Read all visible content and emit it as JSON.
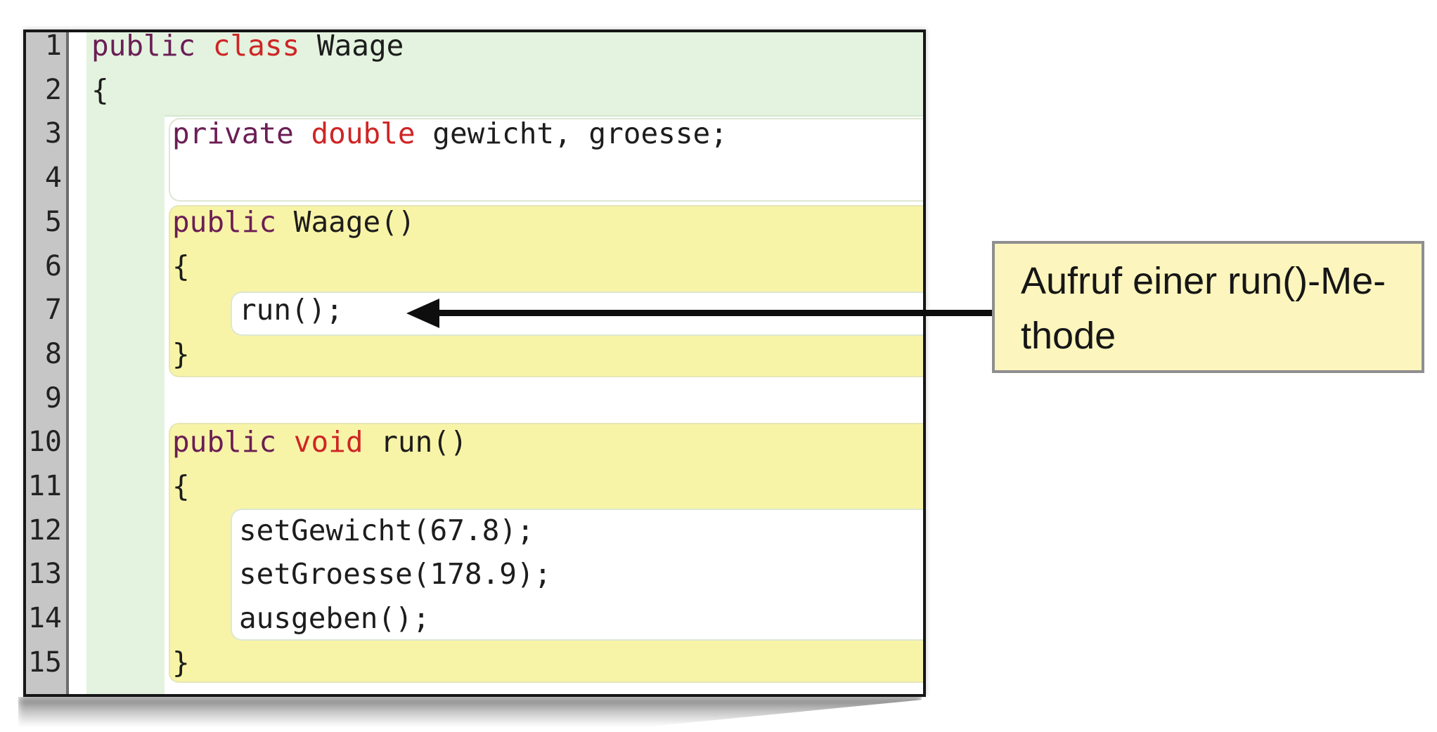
{
  "window": {
    "app": "BlueJ-style Java editor",
    "language": "Java",
    "class_name": "Waage"
  },
  "colors": {
    "scope_class_green": "#e3f3df",
    "scope_method_yellow": "#f8f4a7",
    "scope_statement_white": "#ffffff",
    "keyword_modifier": "#6b1e55",
    "keyword_type": "#cf2525",
    "plain_code": "#1d1d1d",
    "gutter_gray": "#c6c6c6",
    "window_border": "#161616",
    "callout_fill": "#fcf5bd",
    "callout_border": "#8f8f8f",
    "arrow_black": "#0e0e0e"
  },
  "editor": {
    "lines": [
      {
        "num": 1,
        "indent": 0,
        "tokens": [
          {
            "c": "kw1",
            "t": "public"
          },
          {
            "c": "plain",
            "t": " "
          },
          {
            "c": "kw2",
            "t": "class"
          },
          {
            "c": "plain",
            "t": " Waage"
          }
        ]
      },
      {
        "num": 2,
        "indent": 0,
        "tokens": [
          {
            "c": "plain",
            "t": "{"
          }
        ]
      },
      {
        "num": 3,
        "indent": 1,
        "tokens": [
          {
            "c": "kw1",
            "t": "private"
          },
          {
            "c": "plain",
            "t": " "
          },
          {
            "c": "kw2",
            "t": "double"
          },
          {
            "c": "plain",
            "t": " gewicht, groesse;"
          }
        ]
      },
      {
        "num": 4,
        "indent": 1,
        "tokens": []
      },
      {
        "num": 5,
        "indent": 1,
        "tokens": [
          {
            "c": "kw1",
            "t": "public"
          },
          {
            "c": "plain",
            "t": " Waage()"
          }
        ]
      },
      {
        "num": 6,
        "indent": 1,
        "tokens": [
          {
            "c": "plain",
            "t": "{"
          }
        ]
      },
      {
        "num": 7,
        "indent": 2,
        "tokens": [
          {
            "c": "plain",
            "t": "run();"
          }
        ]
      },
      {
        "num": 8,
        "indent": 1,
        "tokens": [
          {
            "c": "plain",
            "t": "}"
          }
        ]
      },
      {
        "num": 9,
        "indent": 1,
        "tokens": []
      },
      {
        "num": 10,
        "indent": 1,
        "tokens": [
          {
            "c": "kw1",
            "t": "public"
          },
          {
            "c": "plain",
            "t": " "
          },
          {
            "c": "kw2",
            "t": "void"
          },
          {
            "c": "plain",
            "t": " run()"
          }
        ]
      },
      {
        "num": 11,
        "indent": 1,
        "tokens": [
          {
            "c": "plain",
            "t": "{"
          }
        ]
      },
      {
        "num": 12,
        "indent": 2,
        "tokens": [
          {
            "c": "plain",
            "t": "setGewicht(67.8);"
          }
        ]
      },
      {
        "num": 13,
        "indent": 2,
        "tokens": [
          {
            "c": "plain",
            "t": "setGroesse(178.9);"
          }
        ]
      },
      {
        "num": 14,
        "indent": 2,
        "tokens": [
          {
            "c": "plain",
            "t": "ausgeben();"
          }
        ]
      },
      {
        "num": 15,
        "indent": 1,
        "tokens": [
          {
            "c": "plain",
            "t": "}"
          }
        ]
      }
    ]
  },
  "callout": {
    "line1": "Aufruf einer run()-Me-",
    "line2": "thode"
  }
}
